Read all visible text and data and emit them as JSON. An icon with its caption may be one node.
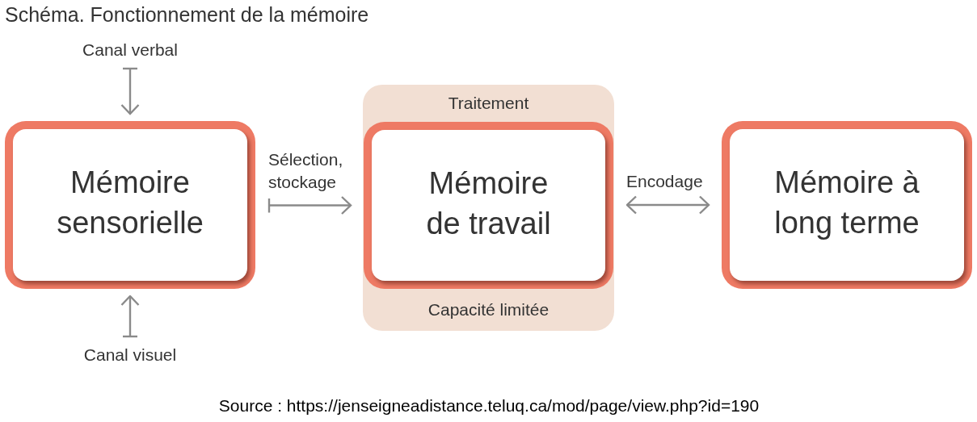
{
  "diagram": {
    "title": "Schéma. Fonctionnement de la mémoire",
    "caption": "Source : https://jenseigneadistance.teluq.ca/mod/page/view.php?id=190",
    "nodes": [
      {
        "text": [
          "Canal verbal"
        ]
      },
      {
        "text": [
          "Mémoire sensorielle"
        ]
      },
      {
        "text": [
          "Traitement",
          "Capacité limitée"
        ]
      },
      {
        "text": [
          "Mémoire de travail"
        ],
        "in": 2
      },
      {
        "text": [
          "Mémoire à long terme"
        ]
      },
      {
        "text": [
          "Canal visuel"
        ]
      }
    ],
    "edges": [
      {
        "from": 0,
        "to": 1,
        "arrow": "to"
      },
      {
        "from": 5,
        "to": 1,
        "arrow": "to"
      },
      {
        "from": 1,
        "to": 3,
        "arrow": "to",
        "label": "Sélection, stockage"
      },
      {
        "from": 3,
        "to": 4,
        "arrow": "both",
        "label": "Encodage"
      }
    ]
  }
}
